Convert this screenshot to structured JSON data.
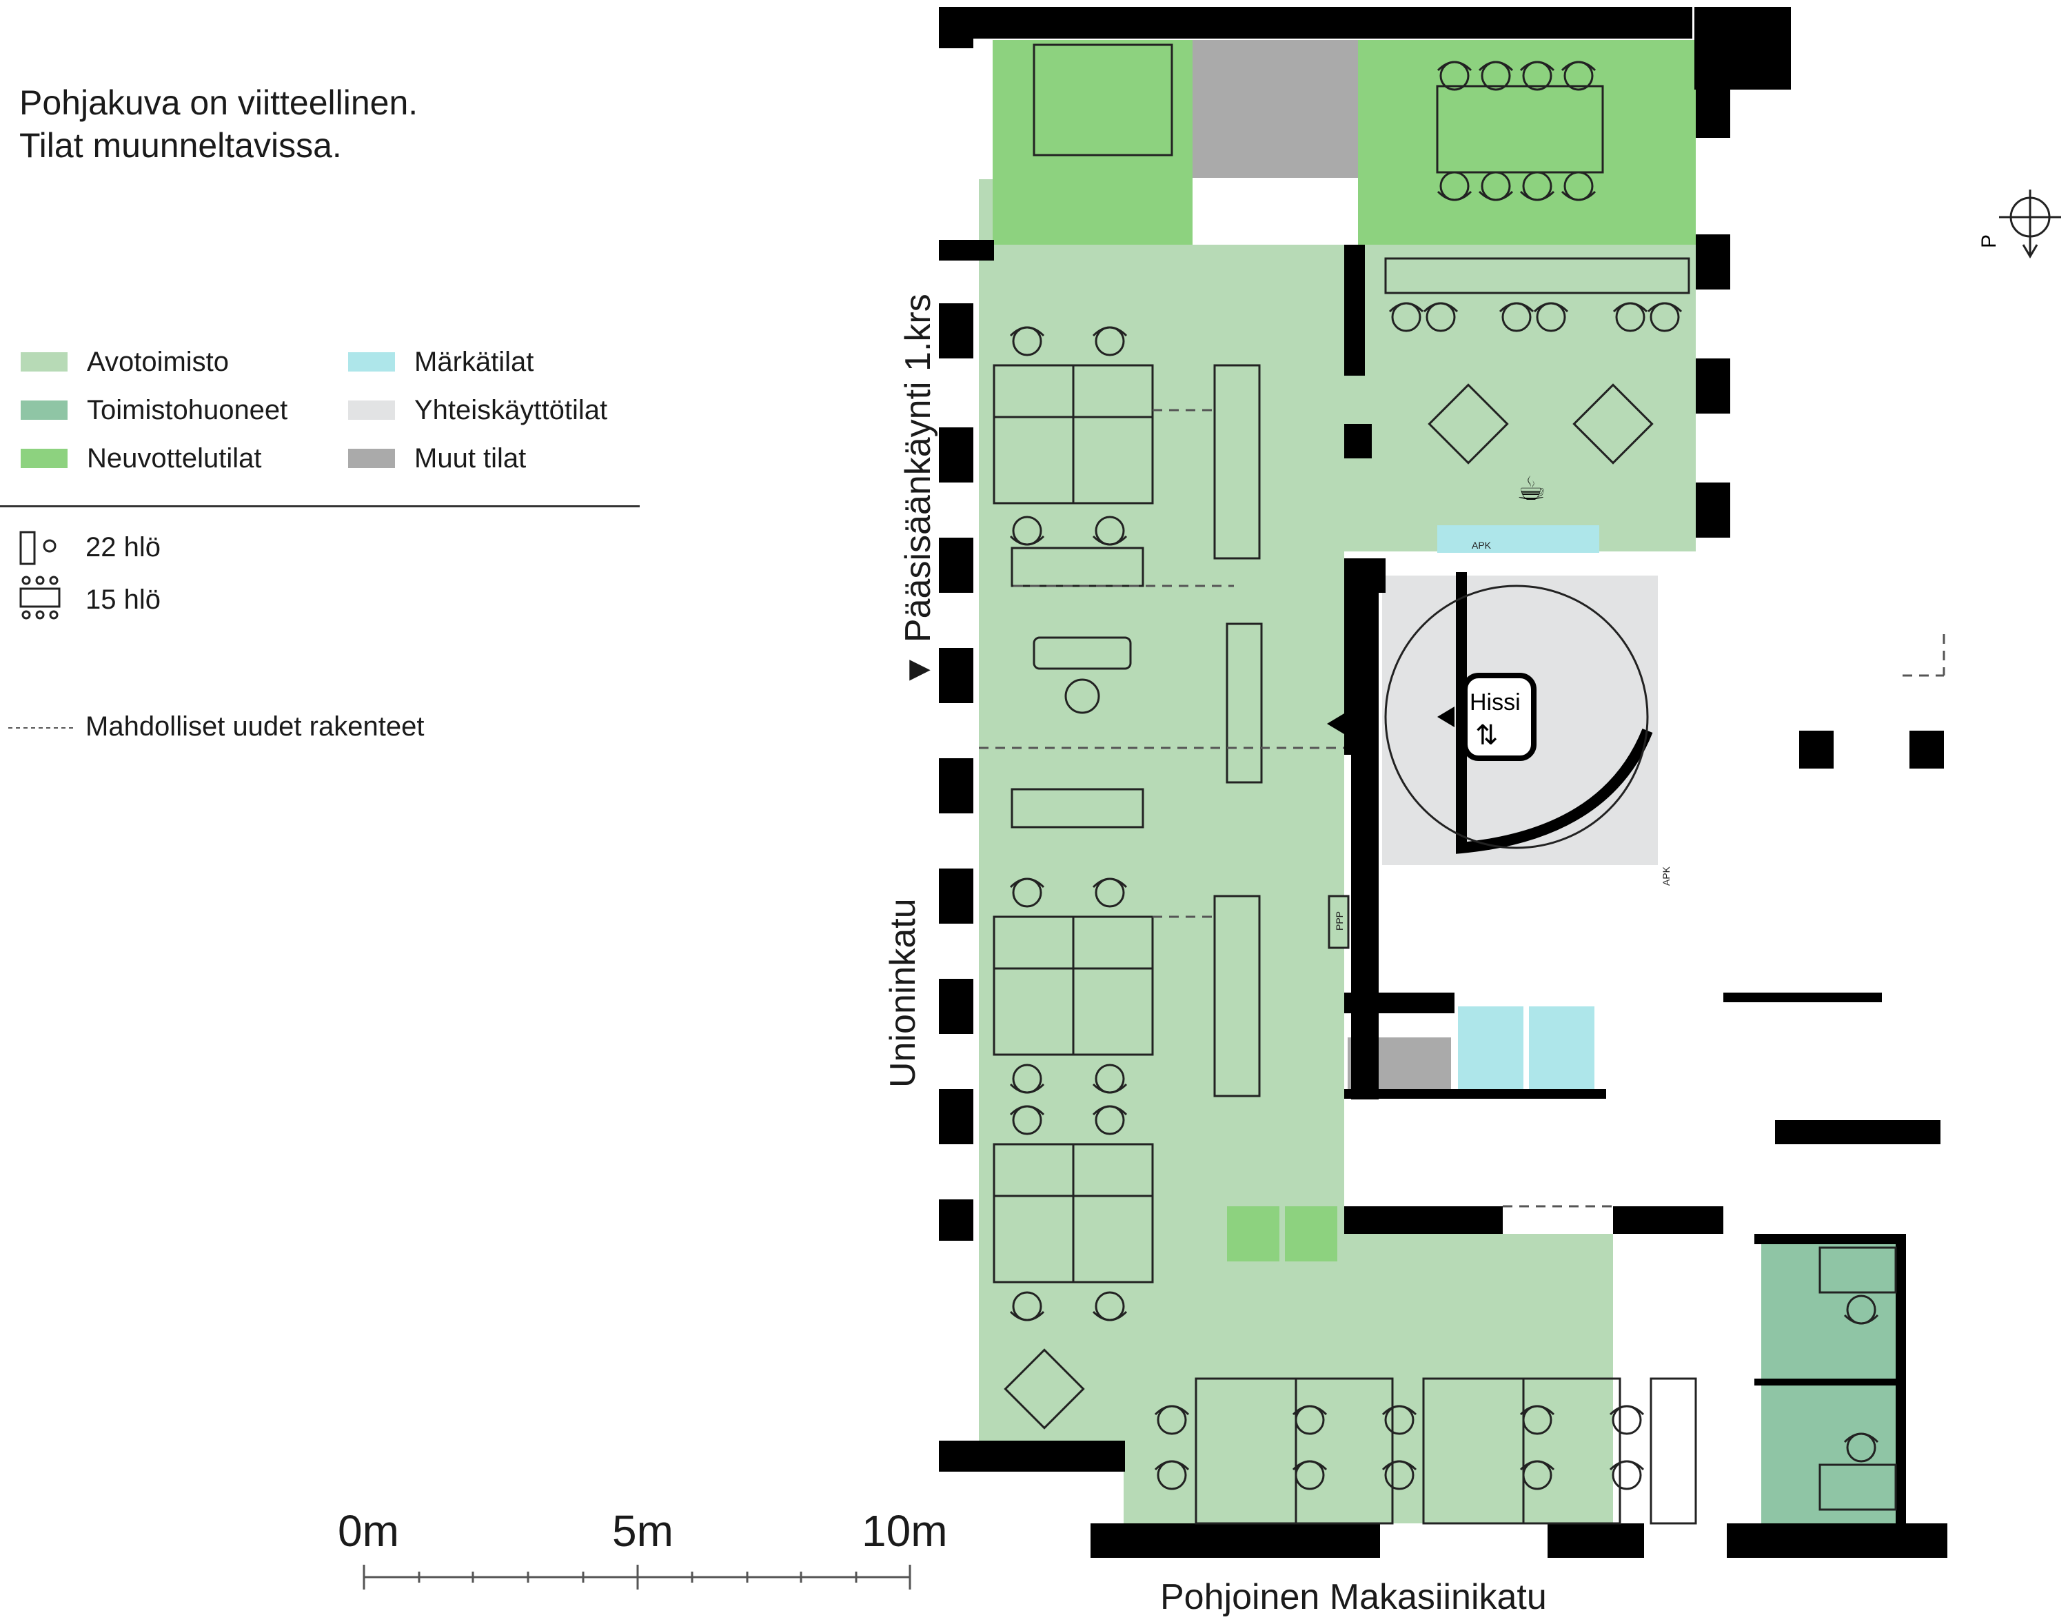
{
  "note": {
    "line1": "Pohjakuva on viitteellinen.",
    "line2": "Tilat muunneltavissa."
  },
  "legend": [
    {
      "label": "Avotoimisto",
      "color": "#b7dab6"
    },
    {
      "label": "Märkätilat",
      "color": "#aee6ea"
    },
    {
      "label": "Toimistohuoneet",
      "color": "#8fc5a5"
    },
    {
      "label": "Yhteiskäyttötilat",
      "color": "#e2e3e4"
    },
    {
      "label": "Neuvottelutilat",
      "color": "#8dd27f"
    },
    {
      "label": "Muut tilat",
      "color": "#aaaaaa"
    }
  ],
  "capacity": {
    "workstations": "22 hlö",
    "meeting": "15 hlö"
  },
  "dashed_legend": "Mahdolliset uudet rakenteet",
  "streets": {
    "main_entrance": "Pääsisäänkäynti 1.krs",
    "left_street": "Unioninkatu",
    "bottom_street": "Pohjoinen Makasiinikatu"
  },
  "plan_labels": {
    "elevator": "Hissi",
    "apk": "APK",
    "ppp": "PPP",
    "north": "P"
  },
  "scale": {
    "labels": [
      "0m",
      "5m",
      "10m"
    ]
  }
}
